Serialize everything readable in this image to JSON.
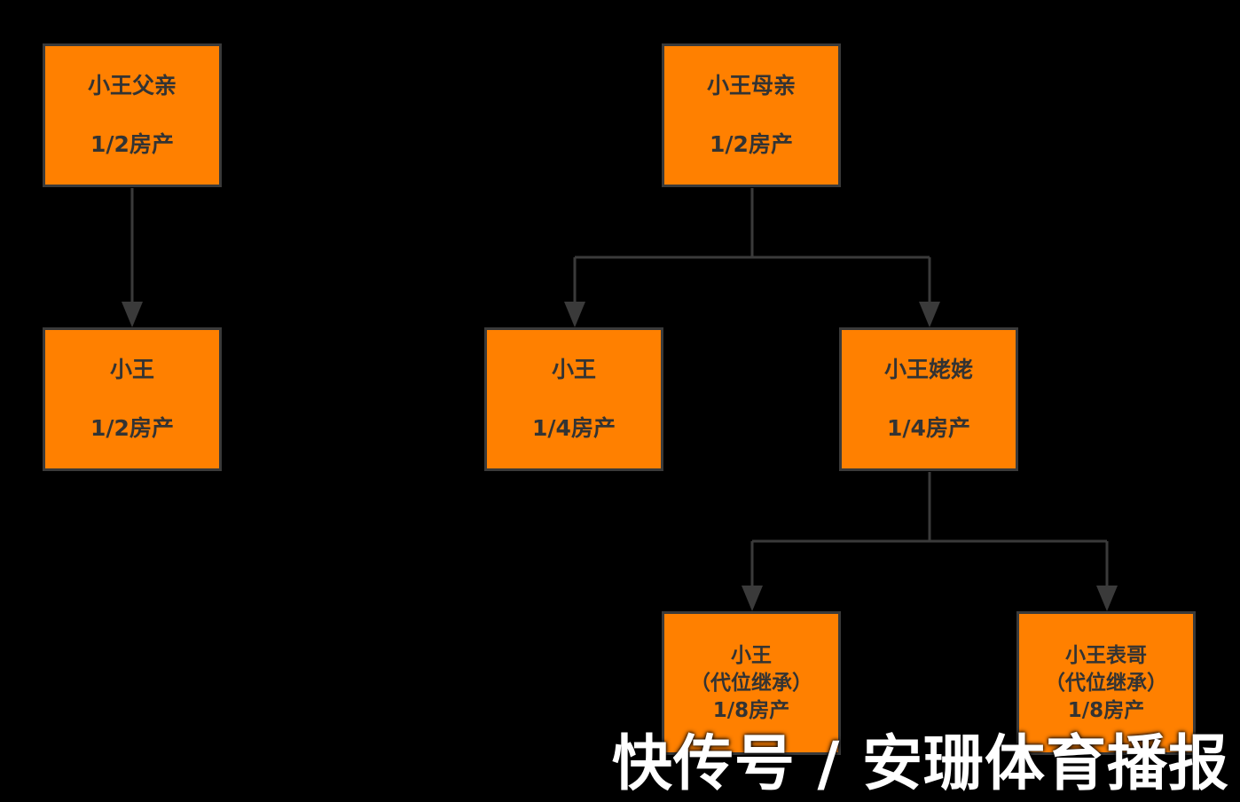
{
  "nodes": {
    "father": {
      "name": "小王父亲",
      "share": "1/2房产"
    },
    "mother": {
      "name": "小王母亲",
      "share": "1/2房产"
    },
    "wang_from_father": {
      "name": "小王",
      "share": "1/2房产"
    },
    "wang_from_mother": {
      "name": "小王",
      "share": "1/4房产"
    },
    "uncle": {
      "name": "小王姥姥",
      "share": "1/4房产"
    },
    "wang_subrogation": {
      "name": "小王",
      "note": "（代位继承）",
      "share": "1/8房产"
    },
    "cousin": {
      "name": "小王表哥",
      "note": "（代位继承）",
      "share": "1/8房产"
    }
  },
  "edges": [
    {
      "from": "father",
      "to": "wang_from_father"
    },
    {
      "from": "mother",
      "to": "wang_from_mother"
    },
    {
      "from": "mother",
      "to": "uncle"
    },
    {
      "from": "uncle",
      "to": "wang_subrogation"
    },
    {
      "from": "uncle",
      "to": "cousin"
    }
  ],
  "watermark": "快传号 / 安珊体育播报",
  "colors": {
    "background": "#000000",
    "node_fill": "#FF8000",
    "node_border": "#3a3a3a",
    "node_text": "#333333",
    "connector": "#3a3a3a",
    "watermark": "#ffffff"
  }
}
